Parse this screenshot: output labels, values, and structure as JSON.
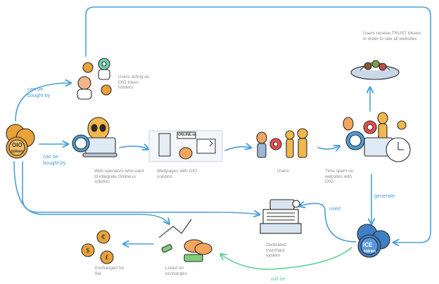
{
  "nodes": {
    "token_holders": "Users acting as OIO token holders",
    "web_operators": "Web operators who want to integrate Online.io solution",
    "webpages": "Webpages with OIO solution",
    "users": "Users",
    "time_spent": "Time spent on websites with OIO",
    "trust_tokens": "Users receive TRUST tokens in order to rate all websites",
    "merchant": "Dedicated merchant system",
    "exchanges": "Listed on exchanges",
    "fiat": "Exchanged for fiat"
  },
  "edges": {
    "bought_by_1": "can be bought by",
    "bought_by_2": "can be bought by",
    "generate": "generate",
    "used": "used",
    "will_be": "will be"
  },
  "tokens": {
    "oio": "OIO",
    "token": "token",
    "ice": "ICE",
    "webpage_sign": "ONLINE.io"
  },
  "colors": {
    "flow_arrow": "#4a9fd8",
    "green_arrow": "#5fd39b",
    "coin": "#e8a33b",
    "ice_coin": "#3f7fc6",
    "character": "#f2b84b"
  }
}
